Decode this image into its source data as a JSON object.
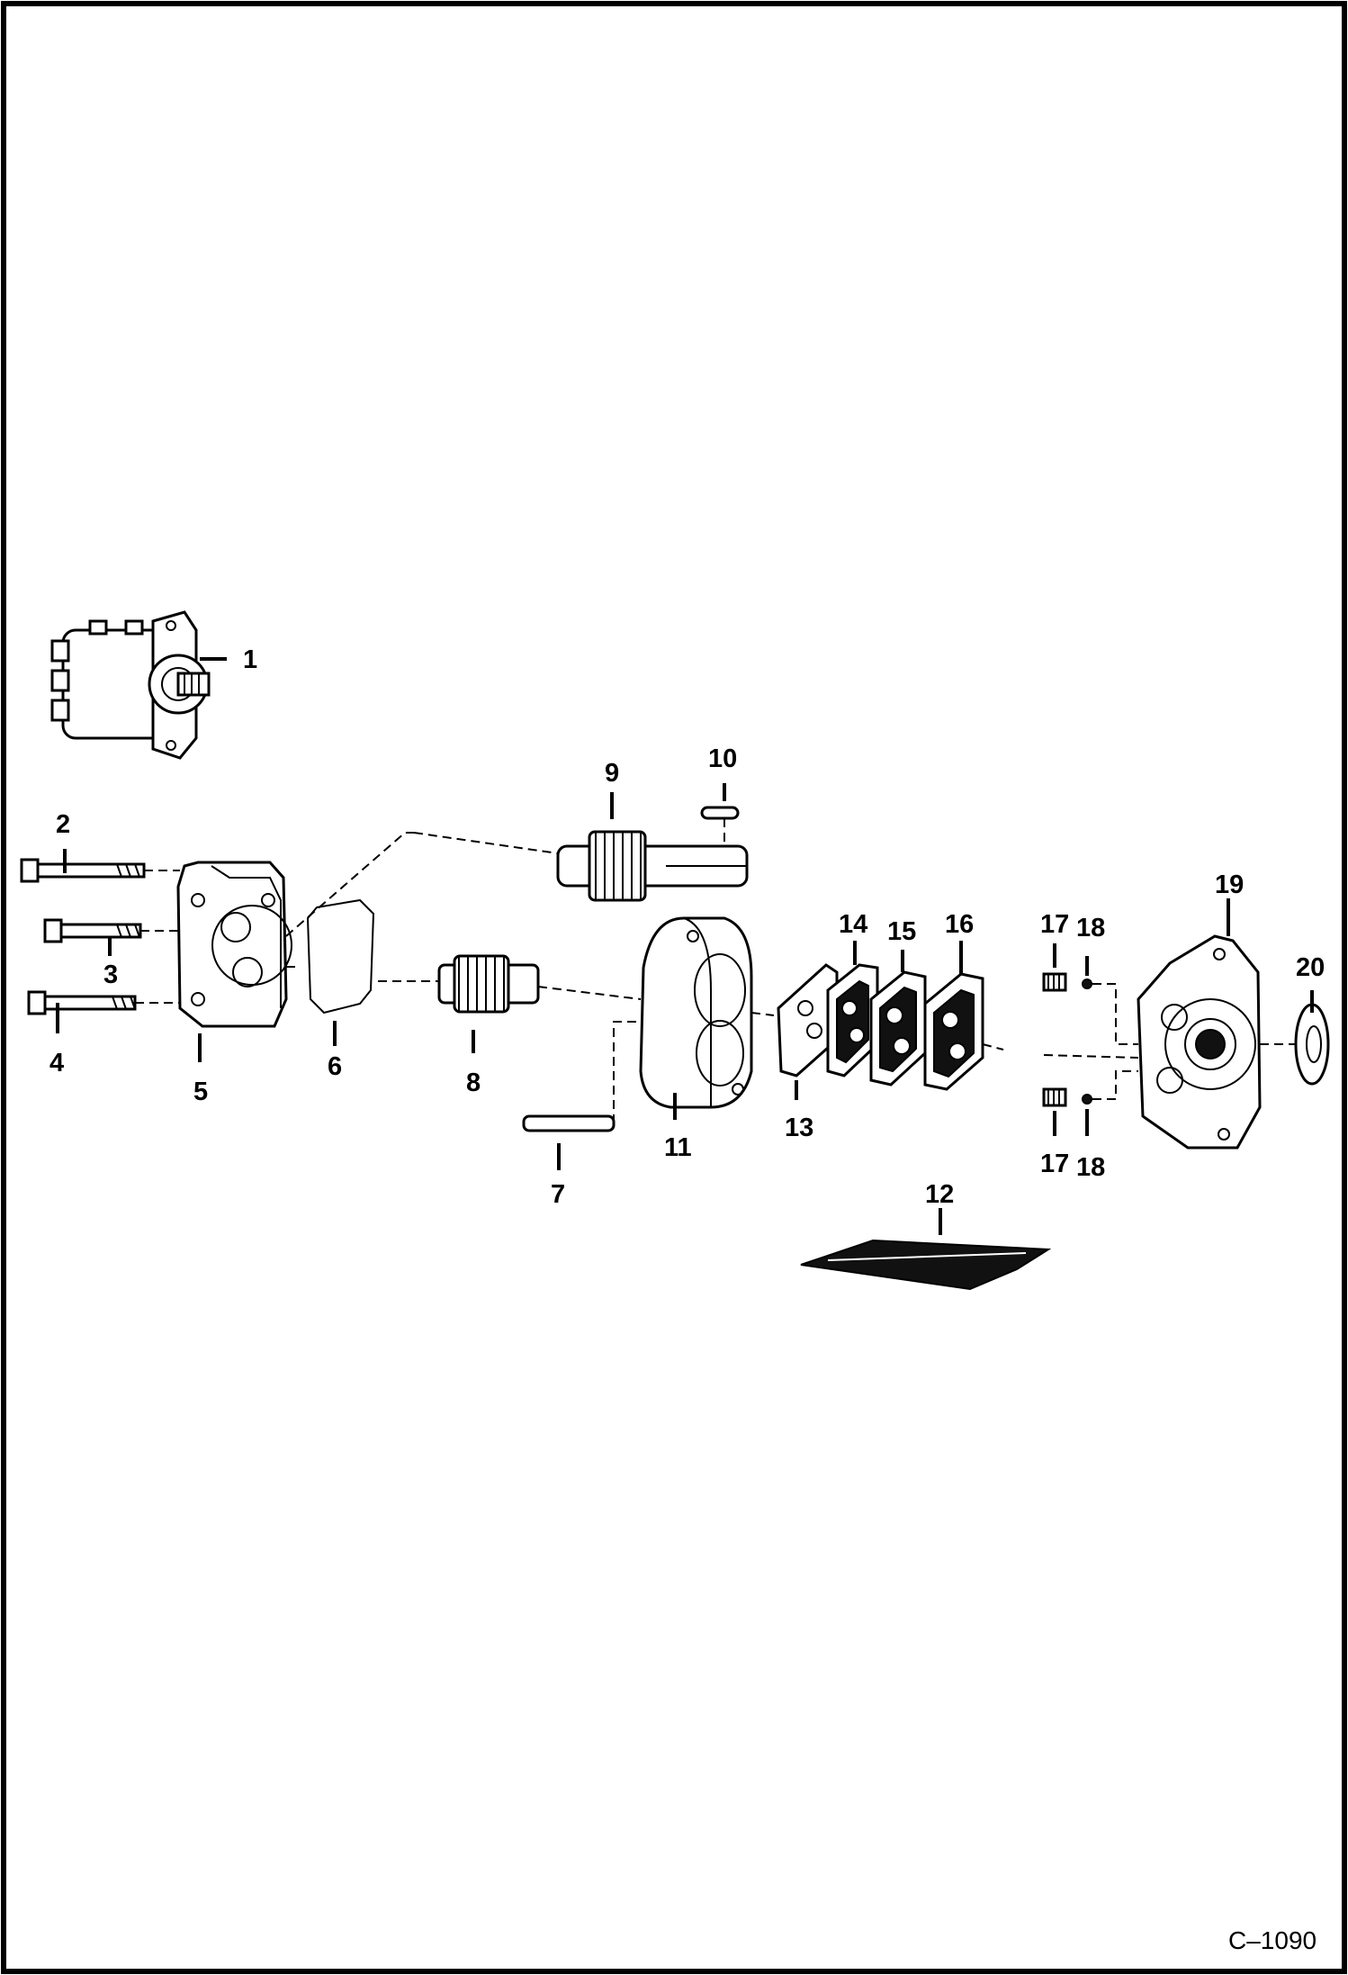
{
  "figure_id": "C–1090",
  "callouts": [
    {
      "key": "p1",
      "text": "1"
    },
    {
      "key": "p2",
      "text": "2"
    },
    {
      "key": "p3",
      "text": "3"
    },
    {
      "key": "p4",
      "text": "4"
    },
    {
      "key": "p5",
      "text": "5"
    },
    {
      "key": "p6",
      "text": "6"
    },
    {
      "key": "p7",
      "text": "7"
    },
    {
      "key": "p8",
      "text": "8"
    },
    {
      "key": "p9",
      "text": "9"
    },
    {
      "key": "p10",
      "text": "10"
    },
    {
      "key": "p11",
      "text": "11"
    },
    {
      "key": "p12",
      "text": "12"
    },
    {
      "key": "p13",
      "text": "13"
    },
    {
      "key": "p14",
      "text": "14"
    },
    {
      "key": "p15",
      "text": "15"
    },
    {
      "key": "p16",
      "text": "16"
    },
    {
      "key": "p17a",
      "text": "17"
    },
    {
      "key": "p18a",
      "text": "18"
    },
    {
      "key": "p17b",
      "text": "17"
    },
    {
      "key": "p18b",
      "text": "18"
    },
    {
      "key": "p19",
      "text": "19"
    },
    {
      "key": "p20",
      "text": "20"
    }
  ]
}
